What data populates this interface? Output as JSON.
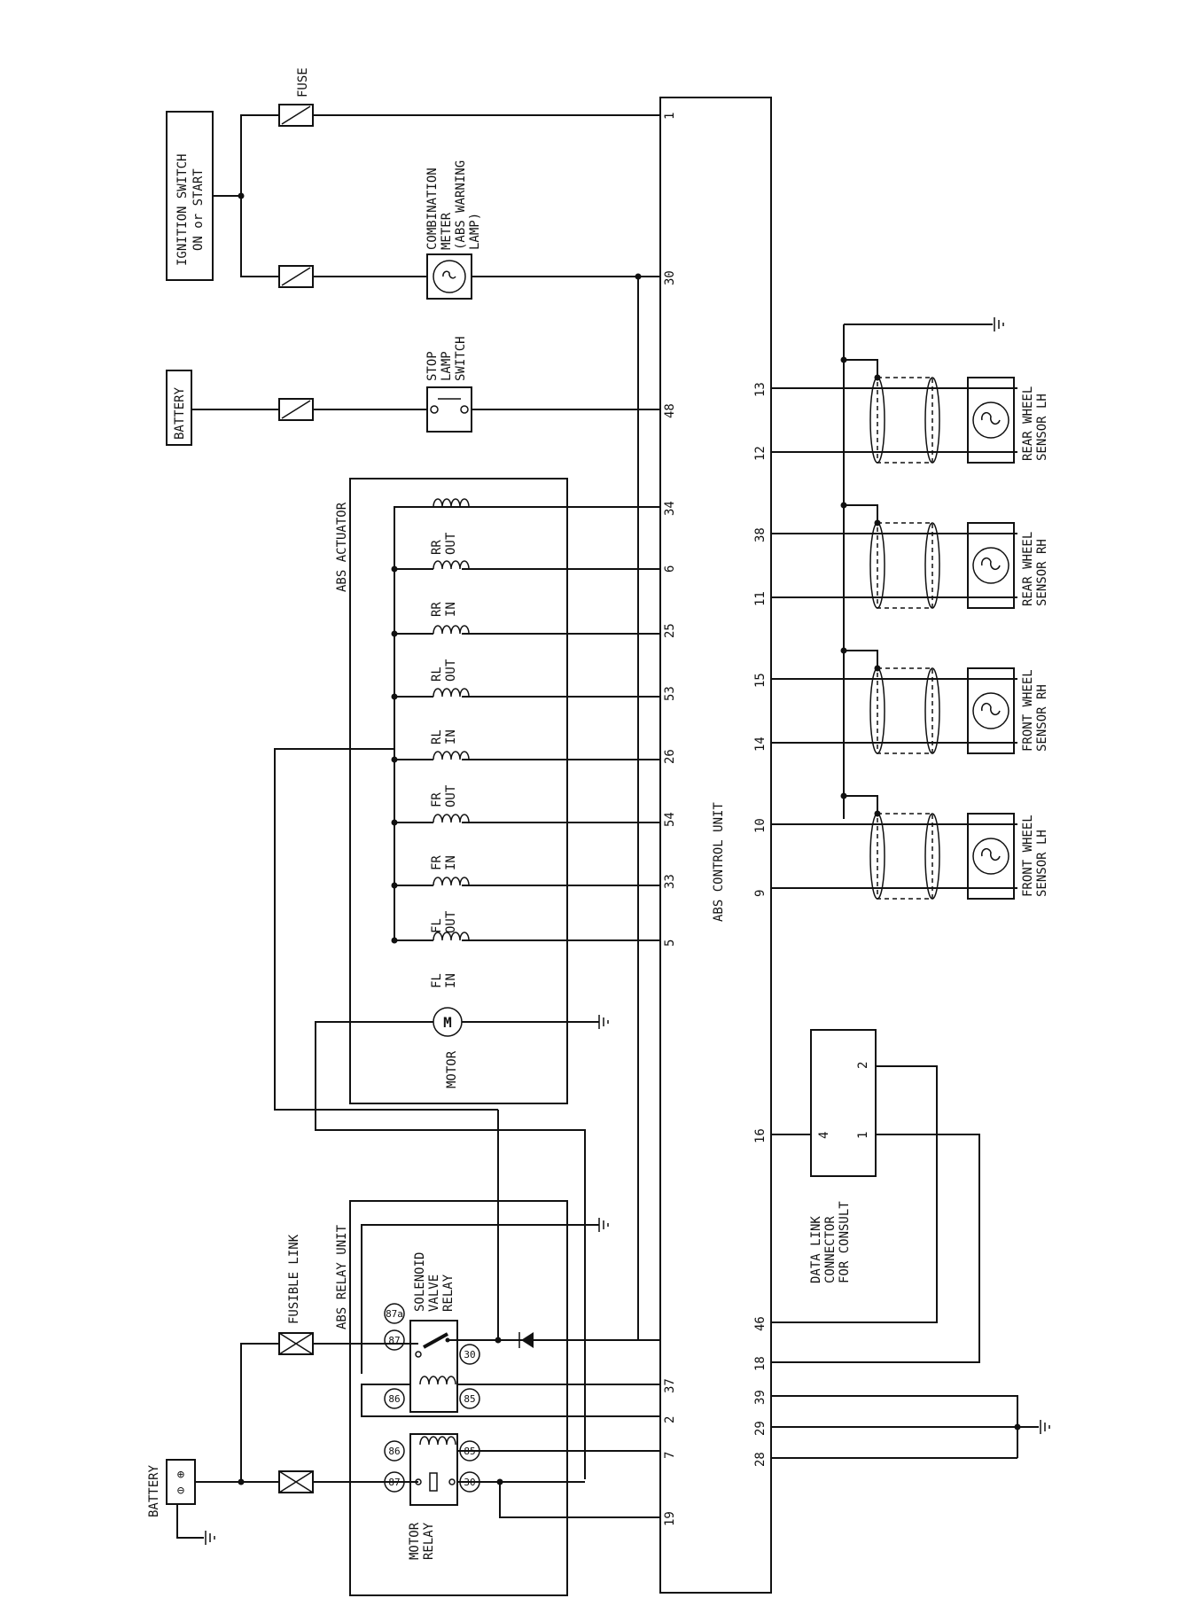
{
  "labels": {
    "battery_top": "BATTERY",
    "battery_bottom": "BATTERY",
    "ignition_line1": "IGNITION SWITCH",
    "ignition_line2": "ON or START",
    "fuse": "FUSE",
    "combo_line1": "COMBINATION",
    "combo_line2": "METER",
    "combo_line3": "(ABS WARNING",
    "combo_line4": "LAMP)",
    "stop_line1": "STOP",
    "stop_line2": "LAMP",
    "stop_line3": "SWITCH",
    "abs_actuator": "ABS ACTUATOR",
    "motor": "MOTOR",
    "abs_relay_unit": "ABS RELAY UNIT",
    "fusible_link": "FUSIBLE LINK",
    "solenoid_line1": "SOLENOID",
    "solenoid_line2": "VALVE",
    "solenoid_line3": "RELAY",
    "motor_relay_line1": "MOTOR",
    "motor_relay_line2": "RELAY",
    "abs_control_unit": "ABS CONTROL UNIT",
    "data_link_line1": "DATA LINK",
    "data_link_line2": "CONNECTOR",
    "data_link_line3": "FOR CONSULT",
    "dlc_pin4": "4",
    "dlc_pin1": "1",
    "dlc_pin2": "2",
    "motor_symbol": "M"
  },
  "solenoids": [
    {
      "l1": "RR",
      "l2": "OUT"
    },
    {
      "l1": "RR",
      "l2": "IN"
    },
    {
      "l1": "RL",
      "l2": "OUT"
    },
    {
      "l1": "RL",
      "l2": "IN"
    },
    {
      "l1": "FR",
      "l2": "OUT"
    },
    {
      "l1": "FR",
      "l2": "IN"
    },
    {
      "l1": "FL",
      "l2": "OUT"
    },
    {
      "l1": "FL",
      "l2": "IN"
    }
  ],
  "sensors": [
    {
      "l1": "REAR WHEEL",
      "l2": "SENSOR LH"
    },
    {
      "l1": "REAR WHEEL",
      "l2": "SENSOR RH"
    },
    {
      "l1": "FRONT WHEEL",
      "l2": "SENSOR RH"
    },
    {
      "l1": "FRONT WHEEL",
      "l2": "SENSOR LH"
    }
  ],
  "relay_pins": {
    "sv87a": "87a",
    "sv87": "87",
    "sv30": "30",
    "sv86": "86",
    "sv85": "85",
    "m86": "86",
    "m85": "85",
    "m87": "87",
    "m30": "30"
  },
  "pins": {
    "p1": "1",
    "p30": "30",
    "p48": "48",
    "p34": "34",
    "p6": "6",
    "p25": "25",
    "p53": "53",
    "p26": "26",
    "p54": "54",
    "p33": "33",
    "p5": "5",
    "p37": "37",
    "p2": "2",
    "p7": "7",
    "p19": "19",
    "p13": "13",
    "p12": "12",
    "p38": "38",
    "p11": "11",
    "p15": "15",
    "p14": "14",
    "p10": "10",
    "p9": "9",
    "p16": "16",
    "p46": "46",
    "p18": "18",
    "p39": "39",
    "p29": "29",
    "p28": "28"
  }
}
